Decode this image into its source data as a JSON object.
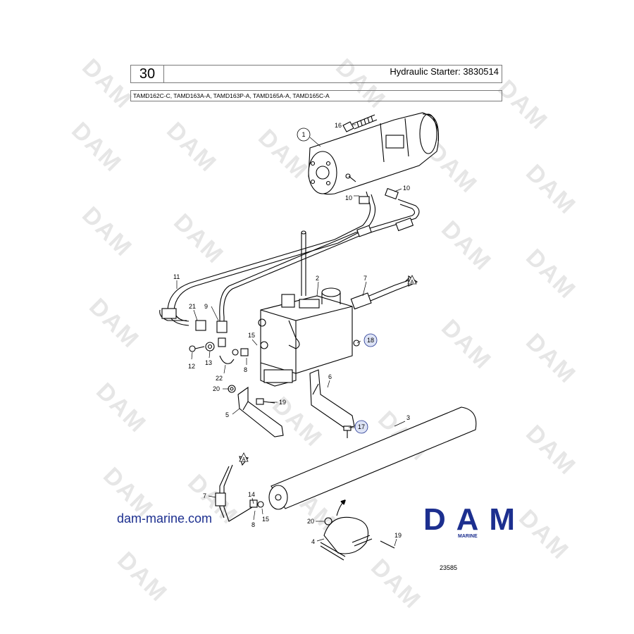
{
  "header": {
    "page_number": "30",
    "title": "Hydraulic Starter: 3830514",
    "models": "TAMD162C-C, TAMD163A-A, TAMD163P-A, TAMD165A-A, TAMD165C-A"
  },
  "callouts": [
    "16",
    "1",
    "10",
    "10",
    "11",
    "2",
    "7",
    "A",
    "21",
    "9",
    "15",
    "18",
    "12",
    "13",
    "8",
    "22",
    "6",
    "20",
    "19",
    "5",
    "17",
    "3",
    "A",
    "14",
    "7",
    "8",
    "15",
    "20",
    "4",
    "19"
  ],
  "footer": {
    "website": "dam-marine.com",
    "logo_text": "DAM",
    "logo_subtext": "MARINE",
    "drawing_number": "23585"
  },
  "watermark": "DAM",
  "colors": {
    "brand_blue": "#1c2f8f",
    "line": "#000000",
    "watermark": "#e6e6e6"
  }
}
